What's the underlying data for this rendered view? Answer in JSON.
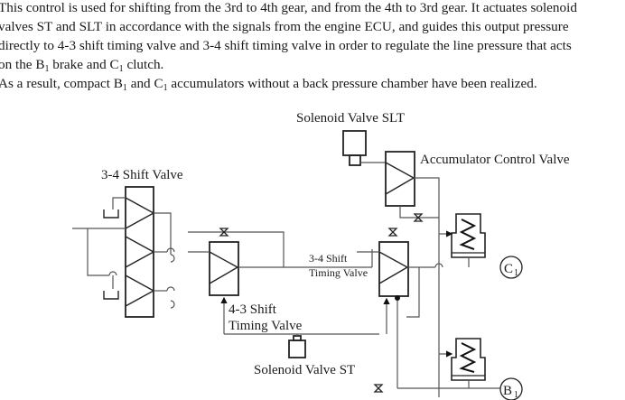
{
  "paragraph_1": {
    "lines": [
      "This control is used for shifting from the 3rd to 4th gear, and from the 4th to 3rd gear. It actuates solenoid",
      "valves ST and SLT in accordance with the signals from the engine ECU, and guides this output pressure",
      "directly to 4-3 shift timing valve and 3-4 shift timing valve in order to regulate the line pressure that acts"
    ],
    "line4_pre": "on the B",
    "line4_sub1": "1",
    "line4_mid": " brake and C",
    "line4_sub2": "1",
    "line4_post": " clutch."
  },
  "paragraph_2": {
    "pre": "As a result, compact B",
    "sub1": "1",
    "mid": " and C",
    "sub2": "1",
    "post": " accumulators without a back pressure chamber have been realized."
  },
  "diagram": {
    "labels": {
      "solenoid_slt": "Solenoid Valve SLT",
      "accumulator_control_valve": "Accumulator Control Valve",
      "shift_valve_34": "3-4 Shift Valve",
      "timing_34_line1": "3-4 Shift",
      "timing_34_line2": "Timing Valve",
      "timing_43_line1": "4-3 Shift",
      "timing_43_line2": "Timing Valve",
      "solenoid_st": "Solenoid Valve ST",
      "c1_letter": "C",
      "c1_sub": "1",
      "b1_letter": "B",
      "b1_sub": "1"
    }
  }
}
